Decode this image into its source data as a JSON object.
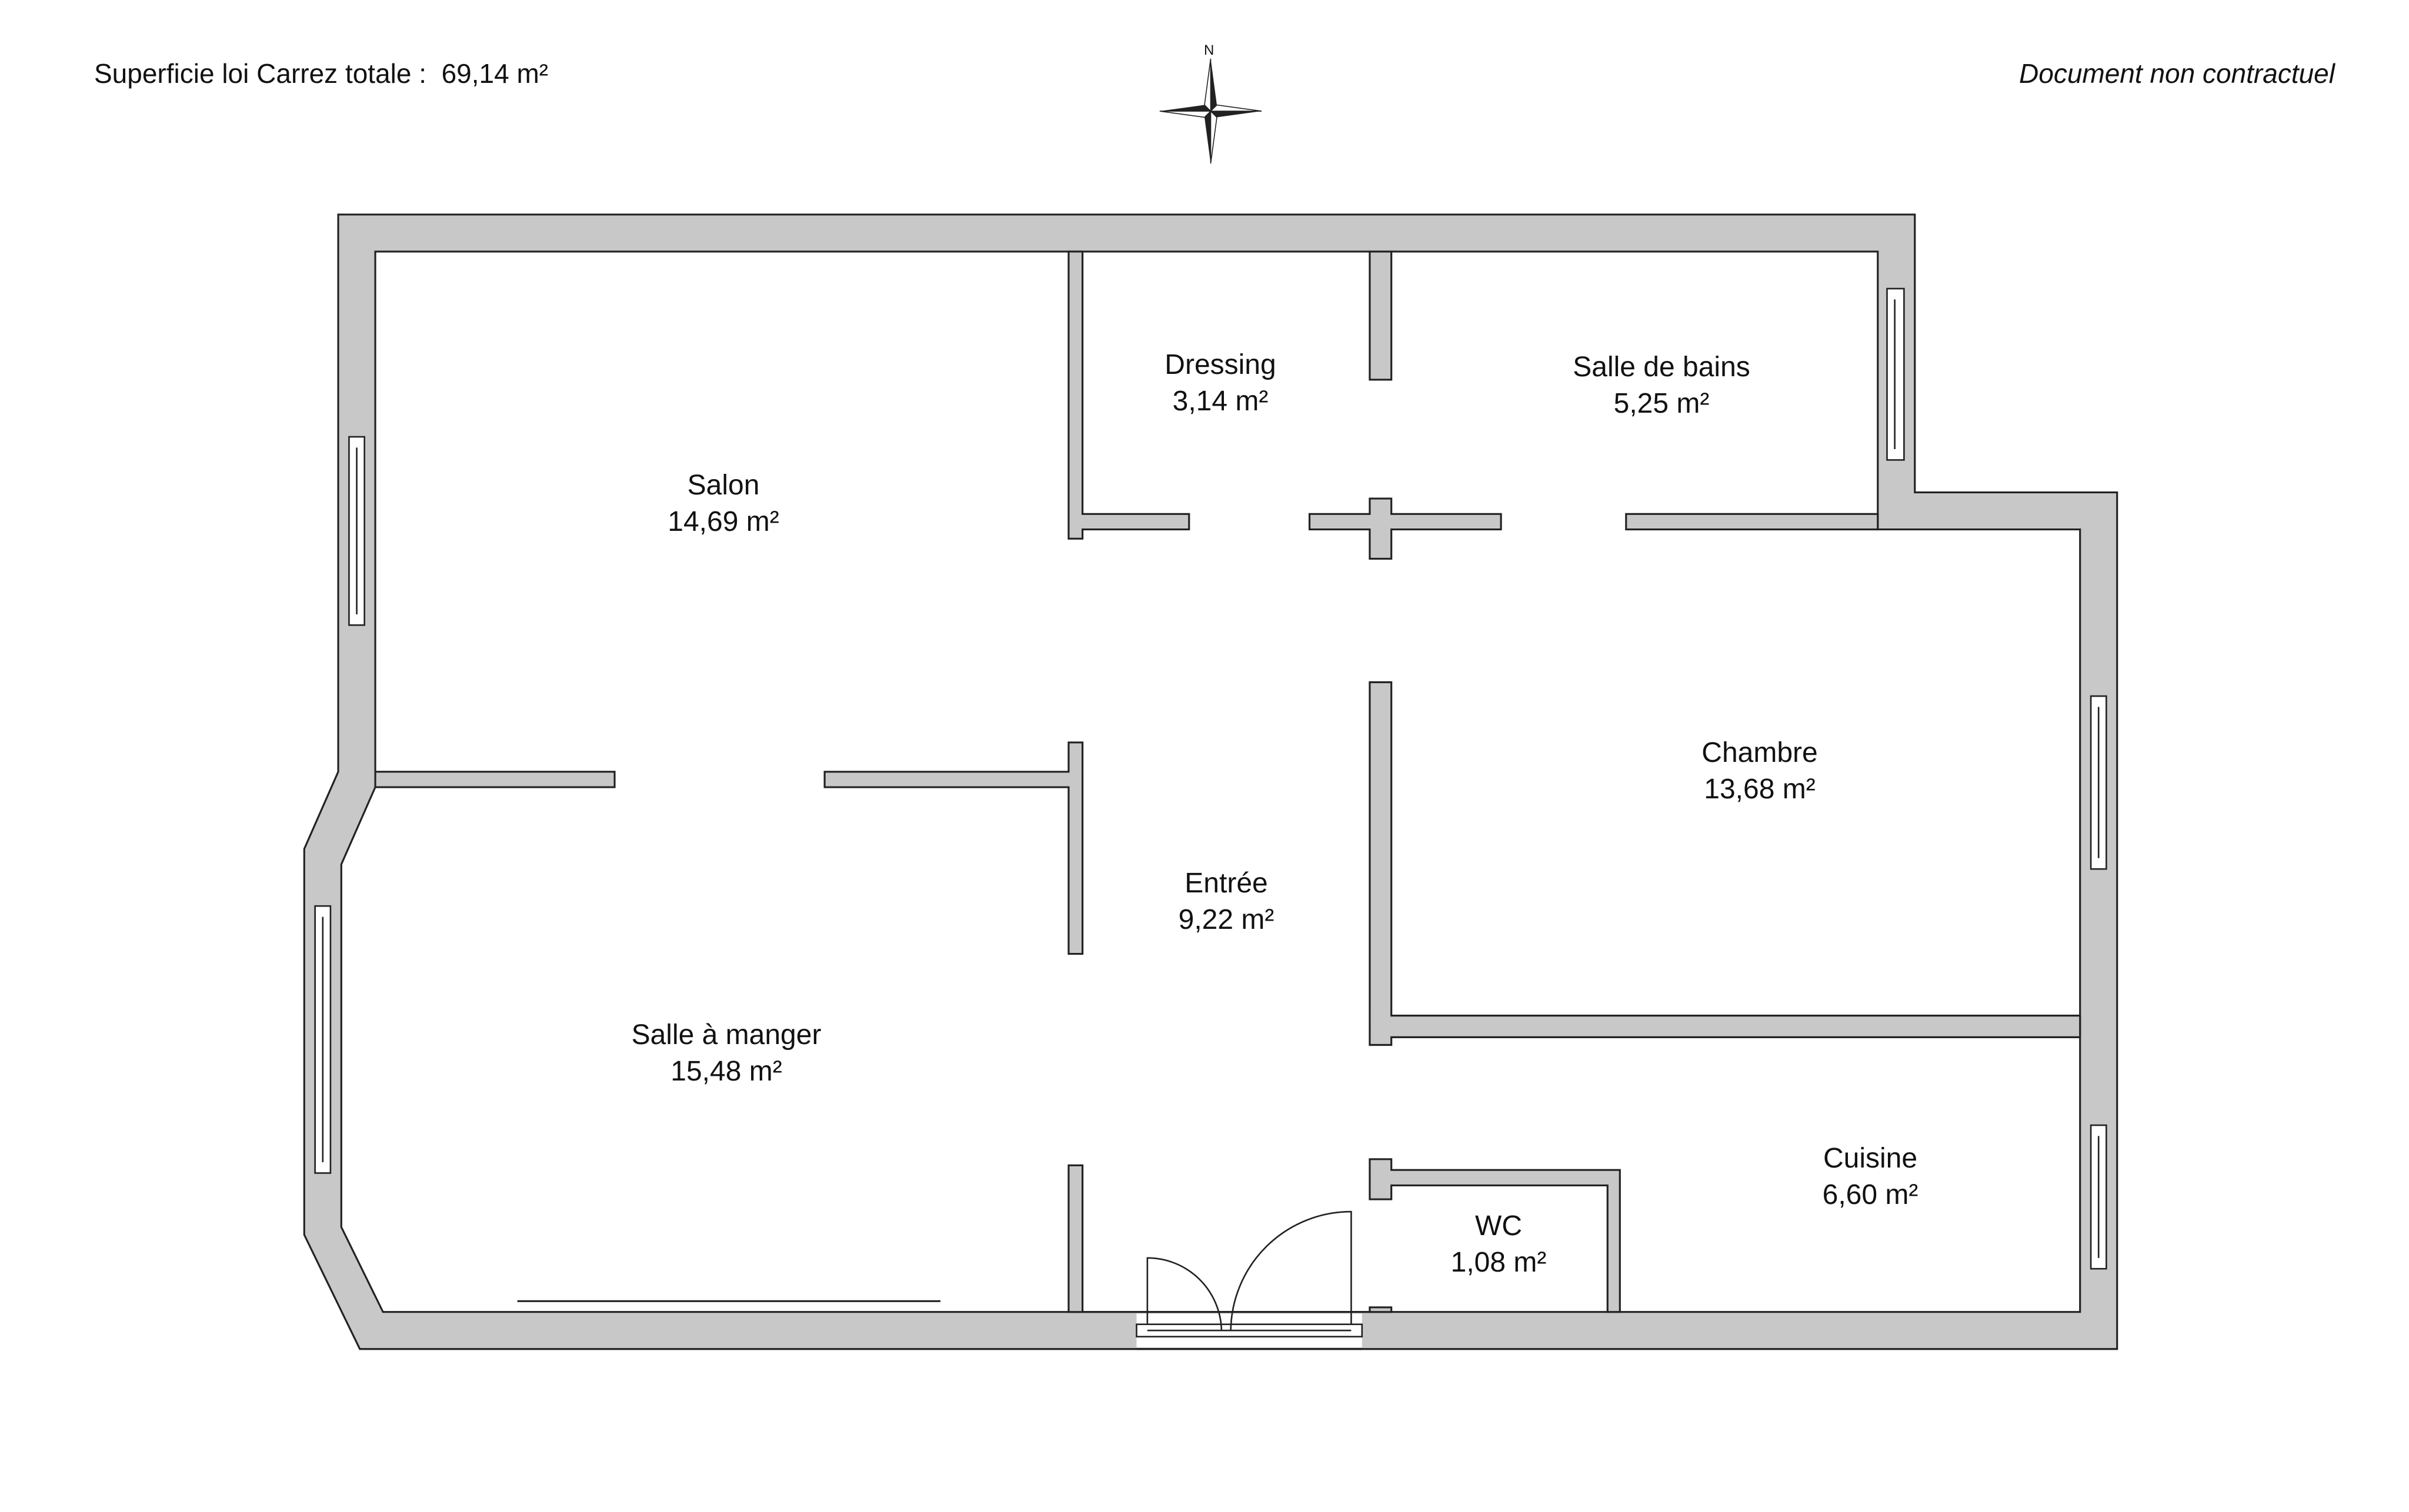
{
  "header": {
    "total_label": "Superficie loi Carrez totale :",
    "total_value": "69,14 m²",
    "disclaimer": "Document non contractuel",
    "compass_north": "N"
  },
  "rooms": [
    {
      "name": "Salon",
      "area": "14,69 m²"
    },
    {
      "name": "Dressing",
      "area": "3,14 m²"
    },
    {
      "name": "Salle de bains",
      "area": "5,25 m²"
    },
    {
      "name": "Chambre",
      "area": "13,68 m²"
    },
    {
      "name": "Entrée",
      "area": "9,22 m²"
    },
    {
      "name": "Salle à manger",
      "area": "15,48 m²"
    },
    {
      "name": "Cuisine",
      "area": "6,60 m²"
    },
    {
      "name": "WC",
      "area": "1,08 m²"
    }
  ],
  "colors": {
    "wall": "#c8c8c8",
    "line": "#222222"
  }
}
